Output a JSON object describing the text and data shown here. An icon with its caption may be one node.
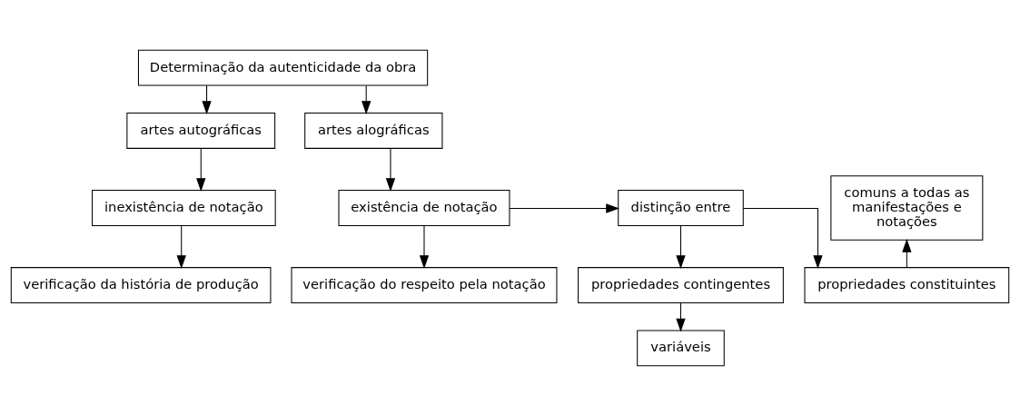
{
  "diagram": {
    "nodes": [
      {
        "text": [
          "Determinação da autenticidade da obra"
        ]
      },
      {
        "text": [
          "comuns a todas as manifestações e notações"
        ]
      },
      {
        "text": [
          "artes autográficas"
        ]
      },
      {
        "text": [
          "artes alográficas"
        ]
      },
      {
        "text": [
          "propriedades constituintes"
        ]
      },
      {
        "text": [
          "inexistência de notação"
        ]
      },
      {
        "text": [
          "existência de notação"
        ]
      },
      {
        "text": [
          "distinção entre"
        ]
      },
      {
        "text": [
          "propriedades contingentes"
        ]
      },
      {
        "text": [
          "verificação da história de produção"
        ]
      },
      {
        "text": [
          "verificação do respeito pela notação"
        ]
      },
      {
        "text": [
          "variáveis"
        ]
      }
    ],
    "edges": [
      {
        "from": 0,
        "to": 2,
        "arrow": "to"
      },
      {
        "from": 0,
        "to": 3,
        "arrow": "to"
      },
      {
        "from": 2,
        "to": 5,
        "arrow": "to"
      },
      {
        "from": 3,
        "to": 6,
        "arrow": "to"
      },
      {
        "from": 5,
        "to": 9,
        "arrow": "to"
      },
      {
        "from": 6,
        "to": 10,
        "arrow": "to"
      },
      {
        "from": 6,
        "to": 7,
        "arrow": "to"
      },
      {
        "from": 7,
        "to": 4,
        "arrow": "to"
      },
      {
        "from": 7,
        "to": 8,
        "arrow": "to"
      },
      {
        "from": 4,
        "to": 1,
        "arrow": "to"
      },
      {
        "from": 8,
        "to": 11,
        "arrow": "to"
      }
    ]
  }
}
